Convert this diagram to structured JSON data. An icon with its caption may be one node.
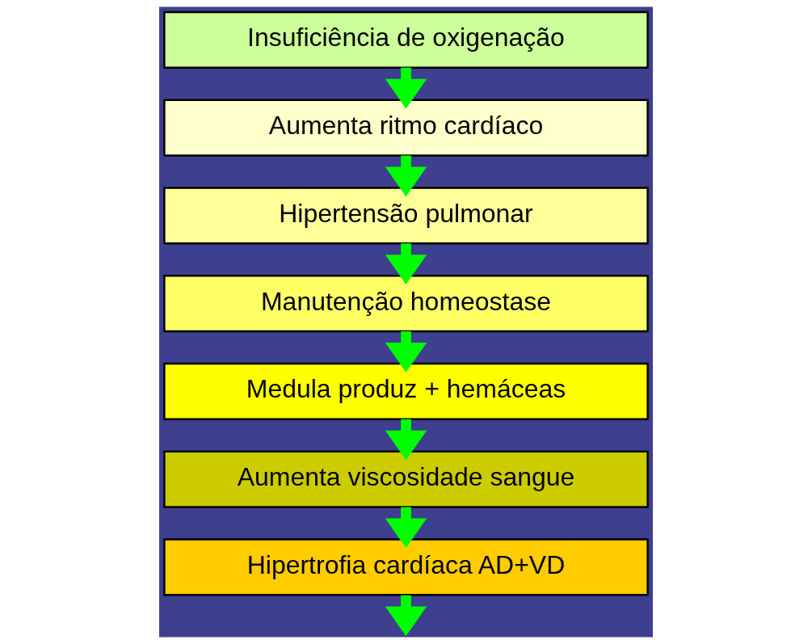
{
  "diagram": {
    "nodes": [
      {
        "text": [
          "Insuficiência de oxigenação"
        ]
      },
      {
        "text": [
          "Aumenta ritmo cardíaco"
        ]
      },
      {
        "text": [
          "Hipertensão pulmonar"
        ]
      },
      {
        "text": [
          "Manutenção homeostase"
        ]
      },
      {
        "text": [
          "Medula produz + hemáceas"
        ]
      },
      {
        "text": [
          "Aumenta viscosidade sangue"
        ]
      },
      {
        "text": [
          "Hipertrofia cardíaca AD+VD"
        ]
      }
    ],
    "edges": [
      {
        "from": 0,
        "to": 1,
        "arrow": "to"
      },
      {
        "from": 1,
        "to": 2,
        "arrow": "to"
      },
      {
        "from": 2,
        "to": 3,
        "arrow": "to"
      },
      {
        "from": 3,
        "to": 4,
        "arrow": "to"
      },
      {
        "from": 4,
        "to": 5,
        "arrow": "to"
      },
      {
        "from": 5,
        "to": 6,
        "arrow": "to"
      },
      {
        "from": 6,
        "to": null,
        "arrow": "to"
      }
    ]
  }
}
